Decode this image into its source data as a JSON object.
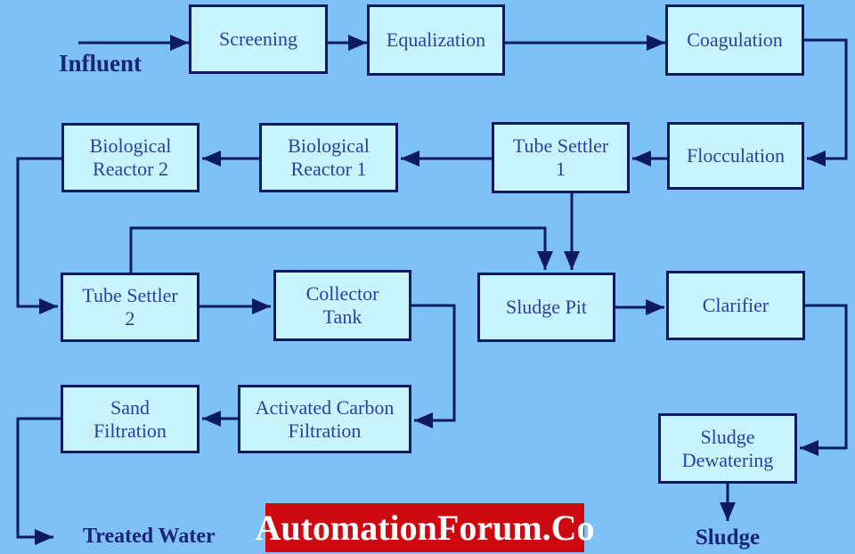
{
  "title": "Water treatment process flow diagram",
  "colors": {
    "background": "#7ec1f7",
    "box_fill": "#c8f4fd",
    "box_border": "#0c1a5e",
    "box_text": "#2c3ea6",
    "label_text": "#19247a",
    "connector": "#0c1a5e",
    "banner_background": "#ce0811",
    "banner_text": "#ffffff"
  },
  "nodes": {
    "screening": {
      "label": "Screening"
    },
    "equalization": {
      "label": "Equalization"
    },
    "coagulation": {
      "label": "Coagulation"
    },
    "flocculation": {
      "label": "Flocculation"
    },
    "tube_settler_1": {
      "label": "Tube Settler\n1"
    },
    "biological_reactor_1": {
      "label": "Biological\nReactor 1"
    },
    "biological_reactor_2": {
      "label": "Biological\nReactor 2"
    },
    "tube_settler_2": {
      "label": "Tube Settler\n2"
    },
    "collector_tank": {
      "label": "Collector\nTank"
    },
    "sludge_pit": {
      "label": "Sludge Pit"
    },
    "clarifier": {
      "label": "Clarifier"
    },
    "sand_filtration": {
      "label": "Sand\nFiltration"
    },
    "activated_carbon_filtration": {
      "label": "Activated Carbon\nFiltration"
    },
    "sludge_dewatering": {
      "label": "Sludge\nDewatering"
    }
  },
  "labels": {
    "influent": "Influent",
    "treated_water": "Treated Water",
    "sludge": "Sludge"
  },
  "watermark": {
    "text": "AutomationForum.Co"
  },
  "edges": [
    {
      "from": "Influent",
      "to": "Screening"
    },
    {
      "from": "Screening",
      "to": "Equalization"
    },
    {
      "from": "Equalization",
      "to": "Coagulation"
    },
    {
      "from": "Coagulation",
      "to": "Flocculation"
    },
    {
      "from": "Flocculation",
      "to": "Tube Settler 1"
    },
    {
      "from": "Tube Settler 1",
      "to": "Biological Reactor 1"
    },
    {
      "from": "Biological Reactor 1",
      "to": "Biological Reactor 2"
    },
    {
      "from": "Biological Reactor 2",
      "to": "Tube Settler 2"
    },
    {
      "from": "Tube Settler 2",
      "to": "Sludge Pit"
    },
    {
      "from": "Tube Settler 1",
      "to": "Sludge Pit"
    },
    {
      "from": "Tube Settler 2",
      "to": "Collector Tank"
    },
    {
      "from": "Collector Tank",
      "to": "Activated Carbon Filtration"
    },
    {
      "from": "Sludge Pit",
      "to": "Clarifier"
    },
    {
      "from": "Clarifier",
      "to": "Sludge Dewatering"
    },
    {
      "from": "Activated Carbon Filtration",
      "to": "Sand Filtration"
    },
    {
      "from": "Sand Filtration",
      "to": "Treated Water"
    },
    {
      "from": "Sludge Dewatering",
      "to": "Sludge"
    }
  ]
}
